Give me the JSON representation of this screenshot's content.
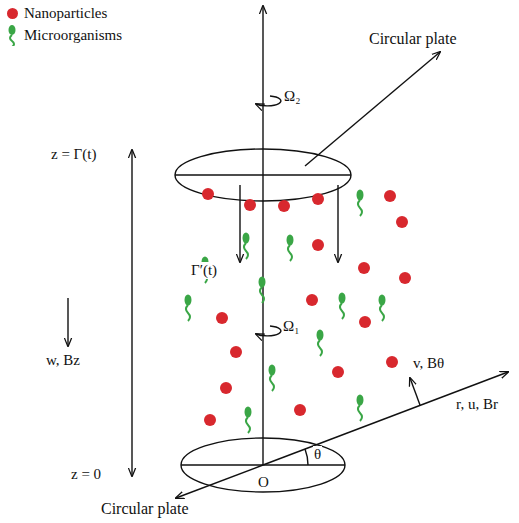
{
  "diagram": {
    "labels": [
      "Circular plate",
      "Ω₂",
      "z = Γ(t)",
      "Γ′(t)",
      "w, Bz",
      "Ω₁",
      "v, Bθ",
      "r, u, Br",
      "z = 0",
      "θ",
      "O",
      "Circular plate"
    ],
    "legend": [
      {
        "text": "Nanoparticles",
        "color": "#d8282e"
      },
      {
        "text": "Microorganisms"
      }
    ]
  }
}
